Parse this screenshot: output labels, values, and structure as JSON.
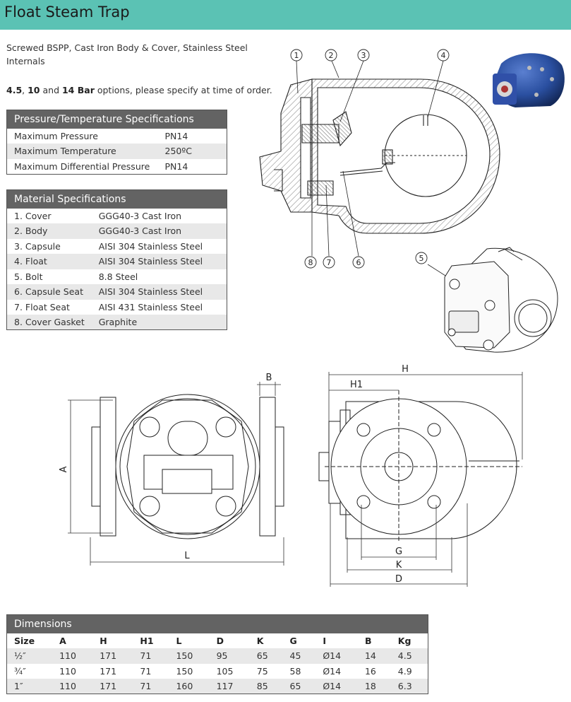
{
  "title": "Float Steam Trap",
  "description": "Screwed BSPP, Cast Iron Body & Cover, Stainless Steel Internals",
  "options": {
    "values_bold": [
      "4.5",
      "10",
      "14 Bar"
    ],
    "sep1": ", ",
    "sep2": " and ",
    "suffix": " options, please specify at time of order."
  },
  "pressure_temperature": {
    "heading": "Pressure/Temperature Specifications",
    "rows": [
      {
        "label": "Maximum Pressure",
        "value": "PN14"
      },
      {
        "label": "Maximum Temperature",
        "value": "250ºC"
      },
      {
        "label": "Maximum Differential Pressure",
        "value": "PN14"
      }
    ]
  },
  "materials": {
    "heading": "Material Specifications",
    "rows": [
      {
        "label": "1. Cover",
        "value": "GGG40-3 Cast Iron"
      },
      {
        "label": "2. Body",
        "value": "GGG40-3 Cast Iron"
      },
      {
        "label": "3. Capsule",
        "value": "AISI 304 Stainless Steel"
      },
      {
        "label": "4. Float",
        "value": "AISI 304 Stainless Steel"
      },
      {
        "label": "5. Bolt",
        "value": "8.8 Steel"
      },
      {
        "label": "6. Capsule Seat",
        "value": "AISI 304 Stainless Steel"
      },
      {
        "label": "7. Float Seat",
        "value": "AISI 431 Stainless Steel"
      },
      {
        "label": "8. Cover Gasket",
        "value": "Graphite"
      }
    ]
  },
  "drawing": {
    "callouts": [
      "1",
      "2",
      "3",
      "4",
      "5",
      "6",
      "7",
      "8"
    ],
    "dimension_labels": {
      "a": "A",
      "b": "B",
      "l": "L",
      "h": "H",
      "h1": "H1",
      "g": "G",
      "k": "K",
      "d": "D"
    }
  },
  "dimensions": {
    "heading": "Dimensions",
    "columns": [
      "Size",
      "A",
      "H",
      "H1",
      "L",
      "D",
      "K",
      "G",
      "I",
      "B",
      "Kg"
    ],
    "rows": [
      [
        "½″",
        "110",
        "171",
        "71",
        "150",
        "95",
        "65",
        "45",
        "Ø14",
        "14",
        "4.5"
      ],
      [
        "¾″",
        "110",
        "171",
        "71",
        "150",
        "105",
        "75",
        "58",
        "Ø14",
        "16",
        "4.9"
      ],
      [
        "1″",
        "110",
        "171",
        "71",
        "160",
        "117",
        "85",
        "65",
        "Ø14",
        "18",
        "6.3"
      ]
    ]
  },
  "colors": {
    "title_bar": "#5bc2b4",
    "table_header": "#636363",
    "row_stripe": "#e8e8e8",
    "product_blue": "#2a4fa0"
  }
}
